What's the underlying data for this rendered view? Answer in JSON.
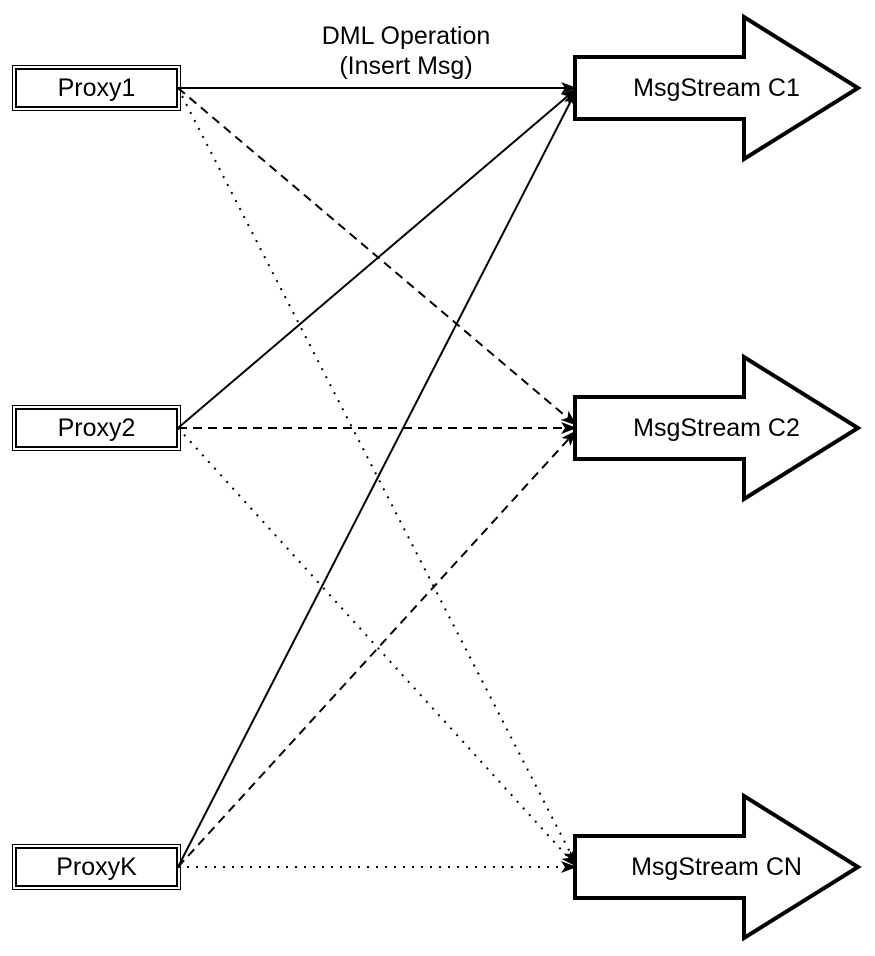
{
  "title": {
    "line1": "DML Operation",
    "line2": "(Insert Msg)"
  },
  "proxies": [
    {
      "label": "Proxy1"
    },
    {
      "label": "Proxy2"
    },
    {
      "label": "ProxyK"
    }
  ],
  "streams": [
    {
      "label": "MsgStream C1",
      "incoming_line_style": "solid"
    },
    {
      "label": "MsgStream C2",
      "incoming_line_style": "dashed"
    },
    {
      "label": "MsgStream CN",
      "incoming_line_style": "dotted"
    }
  ],
  "edges": [
    {
      "from": "Proxy1",
      "to": "MsgStream C1",
      "style": "solid"
    },
    {
      "from": "Proxy2",
      "to": "MsgStream C1",
      "style": "solid"
    },
    {
      "from": "ProxyK",
      "to": "MsgStream C1",
      "style": "solid"
    },
    {
      "from": "Proxy1",
      "to": "MsgStream C2",
      "style": "dashed"
    },
    {
      "from": "Proxy2",
      "to": "MsgStream C2",
      "style": "dashed"
    },
    {
      "from": "ProxyK",
      "to": "MsgStream C2",
      "style": "dashed"
    },
    {
      "from": "Proxy1",
      "to": "MsgStream CN",
      "style": "dotted"
    },
    {
      "from": "Proxy2",
      "to": "MsgStream CN",
      "style": "dotted"
    },
    {
      "from": "ProxyK",
      "to": "MsgStream CN",
      "style": "dotted"
    }
  ],
  "colors": {
    "stroke": "#000000",
    "fill": "#ffffff"
  }
}
